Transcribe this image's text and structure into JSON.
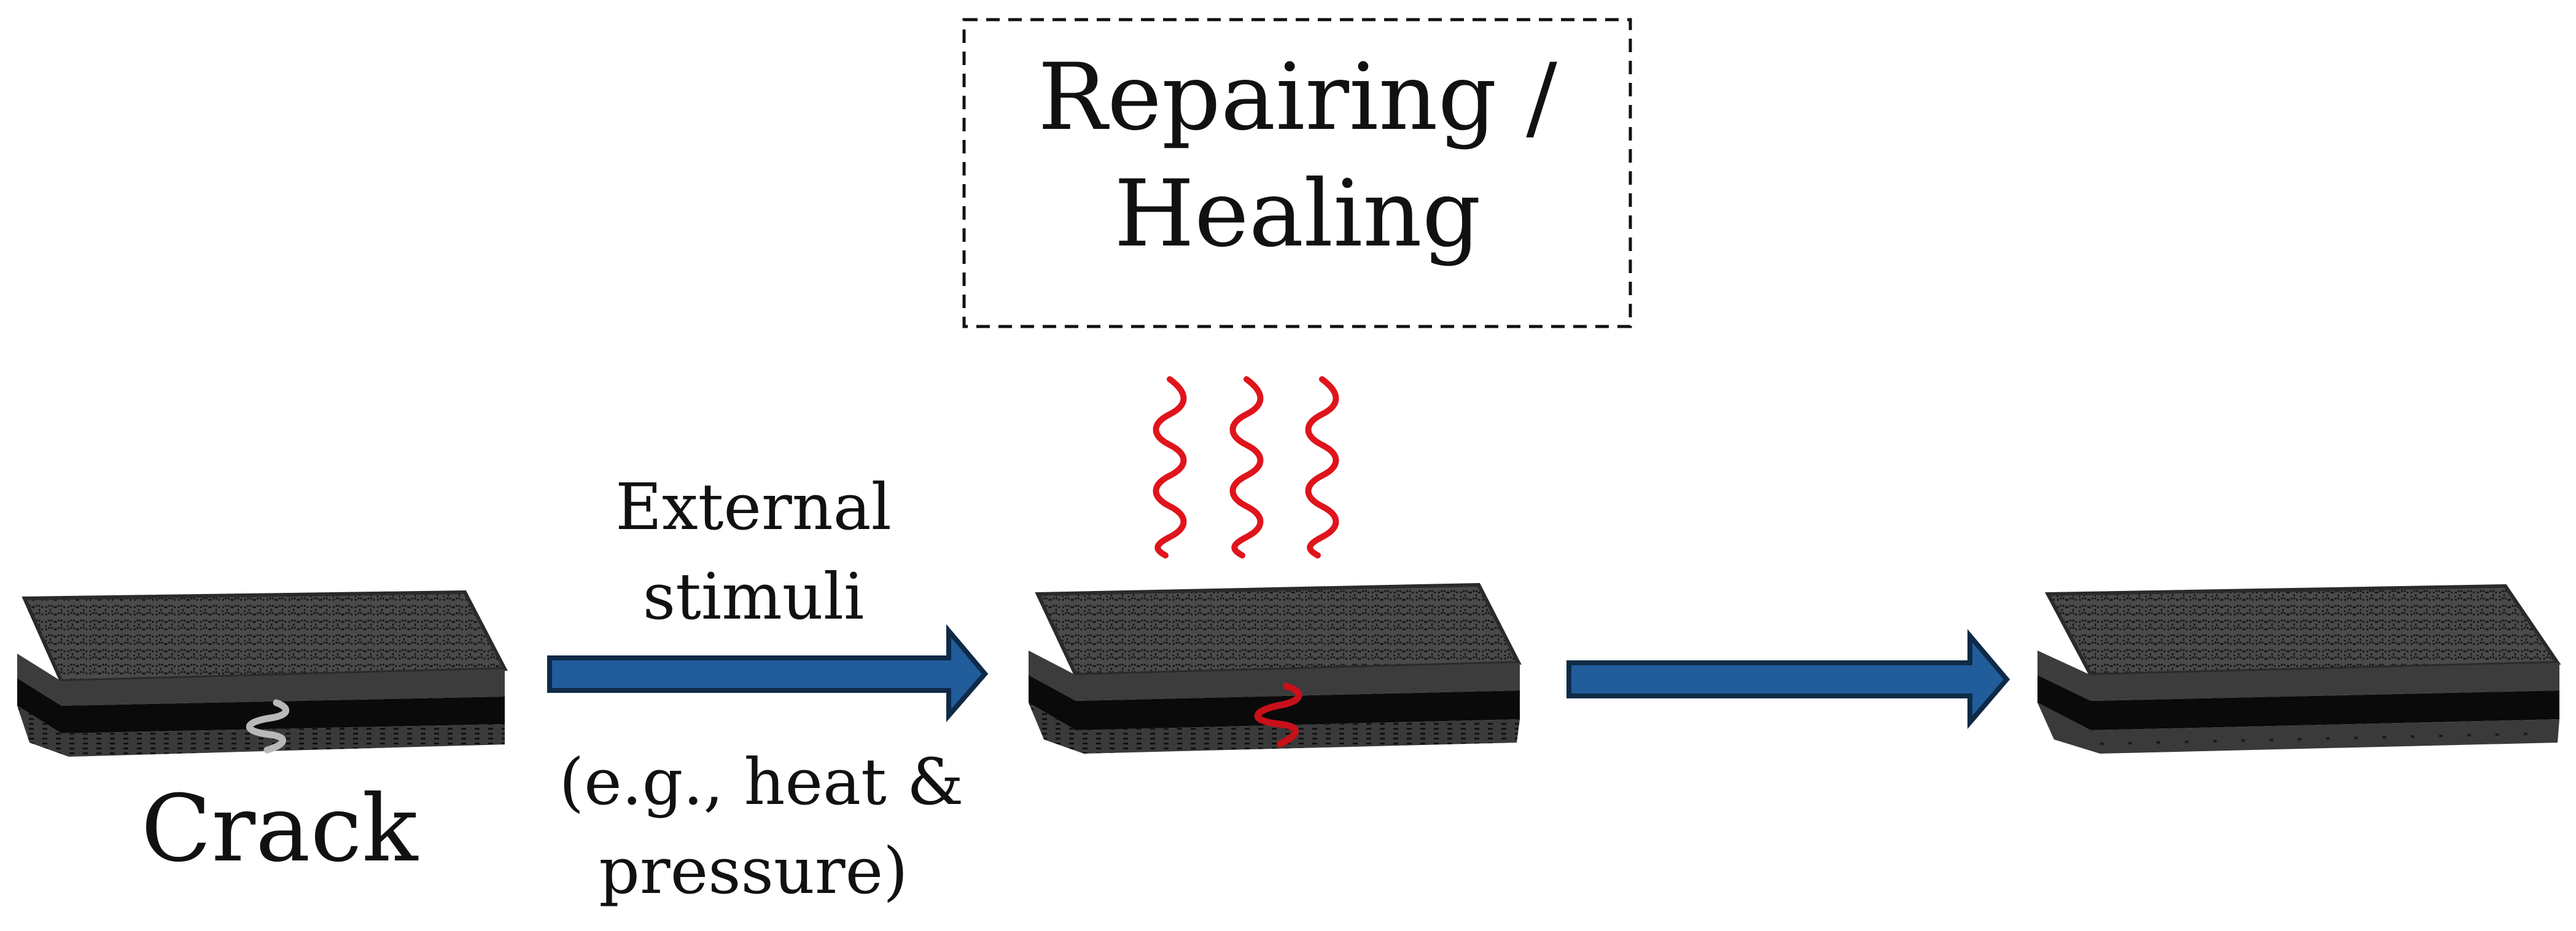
{
  "stages": {
    "cracked": {
      "caption": "Crack"
    },
    "healing": {
      "box_title_line1": "Repairing /",
      "box_title_line2": "Healing"
    },
    "healed": {}
  },
  "transitions": {
    "first": {
      "above_line1": "External",
      "above_line2": "stimuli",
      "below_line1": "(e.g., heat &",
      "below_line2": "pressure)"
    }
  },
  "colors": {
    "arrow_fill": "#215C9B",
    "arrow_stroke": "#0E2A47",
    "heat_wave": "#E0141B",
    "crack_before": "#B8B8B8",
    "crack_healing": "#C8101A",
    "laminate_top": "#4A4A4A",
    "laminate_side": "#0A0A0A",
    "laminate_bottom": "#3A3A3A"
  },
  "icons": {
    "heat": "heat-wave-icon",
    "arrow": "right-arrow-icon"
  }
}
